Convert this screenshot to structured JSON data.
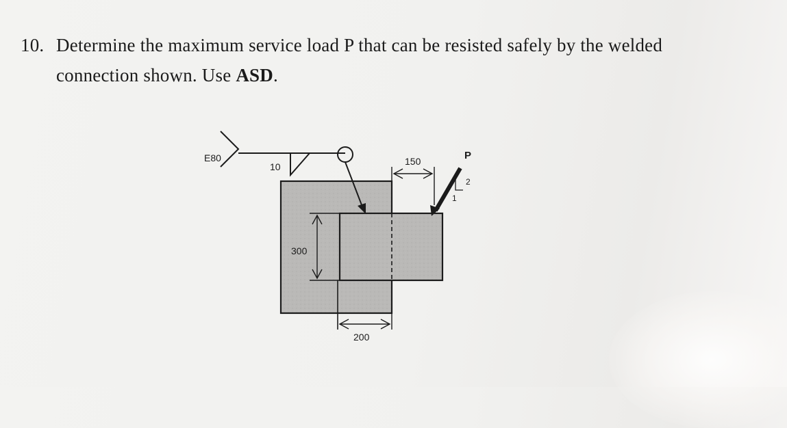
{
  "problem": {
    "number": "10.",
    "line1": "Determine the maximum service load P that can be resisted safely by the welded",
    "line2_prefix": "connection shown. Use ",
    "line2_bold": "ASD",
    "line2_suffix": "."
  },
  "figure": {
    "electrode_label": "E80",
    "weld_size_label": "10",
    "dim_top_label": "150",
    "load_label": "P",
    "slope_rise_label": "2",
    "slope_run_label": "1",
    "dim_left_label": "300",
    "dim_bottom_label": "200",
    "plate_color": "#b9b9b7",
    "line_color": "#1b1b1b"
  }
}
